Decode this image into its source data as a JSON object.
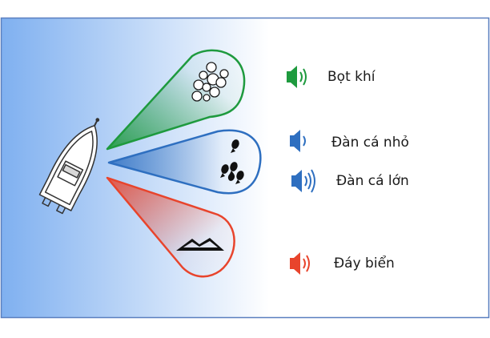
{
  "colors": {
    "frame": "#5a7fbf",
    "water_deep": "#7fb0f0",
    "water_light": "#ffffff",
    "bubbles": "#1e9a3e",
    "small_fish": "#2e6fc0",
    "large_fish": "#2e6fc0",
    "seabed": "#e8442c"
  },
  "icons": {
    "boat": "boat-icon",
    "bubbles": "air-bubbles-icon",
    "fish": "fish-icon",
    "seabed": "seabed-mound-icon",
    "speaker": "speaker-icon"
  },
  "legend": [
    {
      "id": "bubbles",
      "label": "Bọt khí",
      "color": "#1e9a3e",
      "waves": 2
    },
    {
      "id": "small_fish",
      "label": "Đàn cá nhỏ",
      "color": "#2e6fc0",
      "waves": 1
    },
    {
      "id": "large_fish",
      "label": "Đàn cá lớn",
      "color": "#2e6fc0",
      "waves": 3
    },
    {
      "id": "seabed",
      "label": "Đáy biển",
      "color": "#e8442c",
      "waves": 2
    }
  ]
}
